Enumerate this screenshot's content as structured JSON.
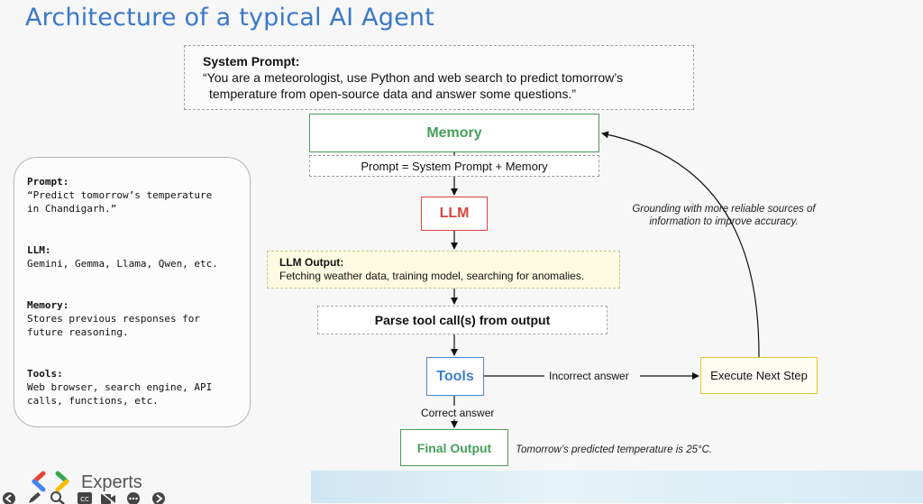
{
  "title": "Architecture of a typical AI Agent",
  "system_prompt": {
    "label": "System Prompt:",
    "line1": "“You are a meteorologist, use Python and web search to predict tomorrow’s",
    "line2": "temperature from open-source data and answer some questions.”"
  },
  "memory": "Memory",
  "prompt_equation": "Prompt = System Prompt + Memory",
  "llm": "LLM",
  "llm_output": {
    "label": "LLM Output:",
    "text": "Fetching weather data, training model, searching for anomalies."
  },
  "parse": "Parse tool call(s) from output",
  "tools": "Tools",
  "incorrect_answer": "Incorrect answer",
  "execute_next_step": "Execute Next Step",
  "correct_answer": "Correct answer",
  "final_output": "Final Output",
  "final_note": "Tomorrow’s predicted temperature is 25°C.",
  "grounding_note": {
    "line1": "Grounding with more reliable sources of",
    "line2": "information to improve accuracy."
  },
  "side_panel": {
    "prompt_label": "Prompt:",
    "prompt_text": "“Predict tomorrow’s temperature\nin Chandigarh.”",
    "llm_label": "LLM:",
    "llm_text": "Gemini, Gemma, Llama, Qwen, etc.",
    "memory_label": "Memory:",
    "memory_text": "Stores previous responses for\nfuture reasoning.",
    "tools_label": "Tools:",
    "tools_text": "Web browser, search engine, API\ncalls, functions, etc."
  },
  "brand": {
    "name": "Experts",
    "logo_colors": [
      "#ea4335",
      "#4285f4",
      "#34a853",
      "#fbbc04"
    ]
  },
  "toolbar_icons": [
    "back-icon",
    "pencil-icon",
    "zoom-icon",
    "captions-icon",
    "video-off-icon",
    "more-icon",
    "forward-icon"
  ]
}
